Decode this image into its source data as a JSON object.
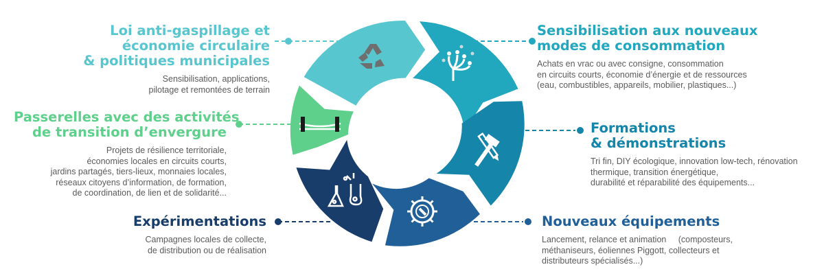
{
  "colors": {
    "seg_loi": "#58c6cf",
    "seg_sensibilisation": "#21a7be",
    "seg_formations": "#1585aa",
    "seg_equipements": "#205f97",
    "seg_experimentations": "#193d6a",
    "seg_passerelles": "#5fcf8c",
    "icon_gray": "#6f6f6f"
  },
  "blocks": {
    "loi": {
      "title": [
        "Loi anti-gaspillage et",
        "économie circulaire",
        "& politiques municipales"
      ],
      "body": [
        "Sensibilisation, applications,",
        "pilotage et remontées de terrain"
      ],
      "color": "#58c6cf",
      "icon": "recycle-icon"
    },
    "sensibilisation": {
      "title": [
        "Sensibilisation aux nouveaux",
        "modes de consommation"
      ],
      "body": [
        "Achats en vrac ou avec consigne, consommation",
        "en circuits courts, économie d’énergie et de ressources",
        "(eau, combustibles, appareils, mobilier, plastiques...)"
      ],
      "color": "#21a7be",
      "icon": "hand-tree-icon"
    },
    "passerelles": {
      "title": [
        "Passerelles avec des activités",
        "de transition d’envergure"
      ],
      "body": [
        "Projets de résilience territoriale,",
        "économies locales en circuits courts,",
        "jardins partagés, tiers-lieux, monnaies locales,",
        "réseaux citoyens d’information, de formation,",
        "de coordination, de lien et de solidarité..."
      ],
      "color": "#5fcf8c",
      "icon": "bridge-icon"
    },
    "formations": {
      "title": [
        "Formations",
        "& démonstrations"
      ],
      "body": [
        "Tri fin, DIY écologique, innovation low-tech, rénovation",
        "thermique, transition énergétique,",
        "durabilité et réparabilité des équipements..."
      ],
      "color": "#1585aa",
      "icon": "hammer-pencil-icon"
    },
    "experimentations": {
      "title": [
        "Expérimentations"
      ],
      "body": [
        "Campagnes locales de collecte,",
        "de distribution ou de réalisation"
      ],
      "color": "#193d6a",
      "icon": "lab-flasks-icon"
    },
    "equipements": {
      "title": [
        "Nouveaux équipements"
      ],
      "body": [
        "Lancement, relance et animation     (composteurs,",
        "méthaniseurs, éoliennes Piggott, collecteurs et",
        "distributeurs spécialisés...)"
      ],
      "color": "#205f97",
      "icon": "gear-wrench-icon"
    }
  }
}
